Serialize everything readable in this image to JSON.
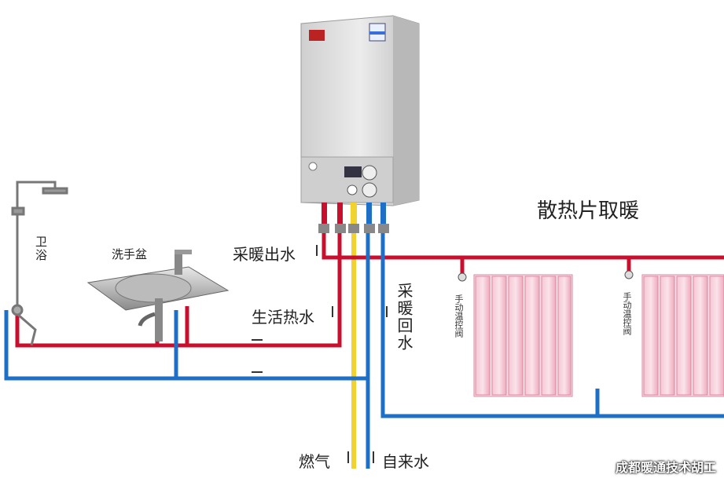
{
  "title": "散热片取暖",
  "labels": {
    "shower": "卫浴",
    "sink": "洗手盆",
    "heating_supply": "采暖出水",
    "domestic_hot": "生活热水",
    "heating_return": "采暖回水",
    "gas": "燃气",
    "tap_water": "自来水",
    "valve_1": "手动温控阀",
    "valve_2": "手动温控阀"
  },
  "watermark": "成都暖通技术胡工",
  "colors": {
    "hot_pipe": "#c8102e",
    "cold_pipe": "#1e6fc8",
    "gas_pipe": "#f2d22e",
    "boiler_body": "#d9d9d9",
    "radiator": "#f2b6c6"
  }
}
